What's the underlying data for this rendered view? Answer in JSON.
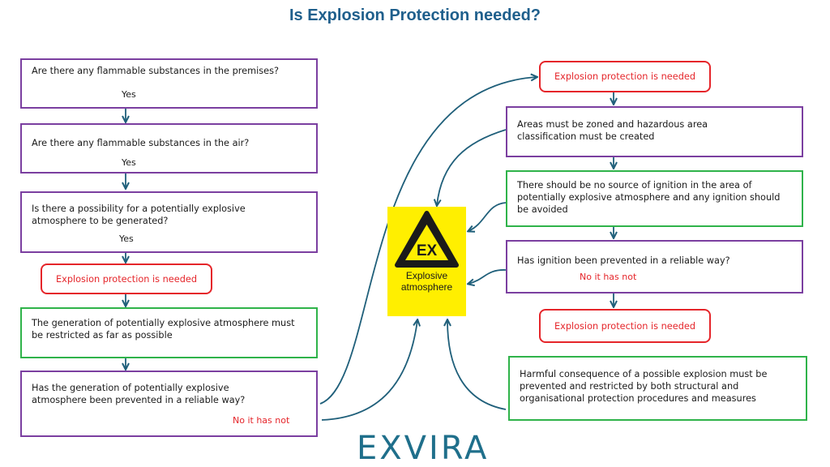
{
  "title": "Is Explosion Protection needed?",
  "left": {
    "q1": "Are there any flammable substances in the premises?",
    "q1_answer": "Yes",
    "q2": "Are there any flammable substances in the air?",
    "q2_answer": "Yes",
    "q3": "Is there a possibility for a potentially explosive atmosphere to be generated?",
    "q3_answer": "Yes",
    "needed": "Explosion protection is needed",
    "restrict": "The generation of potentially explosive atmosphere must be restricted as far as possible",
    "q4": "Has the generation of potentially explosive atmosphere been prevented in a reliable way?",
    "q4_answer": "No it has not"
  },
  "right": {
    "needed_top": "Explosion protection is needed",
    "zoning": "Areas must be zoned and hazardous area classification must be created",
    "ignition": "There should be no source of ignition in the area of potentially explosive atmosphere and any ignition should be avoided",
    "q5": "Has ignition been prevented in a reliable way?",
    "q5_answer": "No it has not",
    "needed_bottom": "Explosion protection is needed",
    "harmful": "Harmful consequence of a possible explosion must be prevented and restricted by both structural and organisational protection procedures and measures"
  },
  "sign": {
    "symbol": "EX",
    "label_line1": "Explosive",
    "label_line2": "atmosphere",
    "icon": "warning-triangle-icon",
    "background": "#ffef00"
  },
  "logo": "EXVIRA",
  "colors": {
    "title": "#1f5f8c",
    "purple_border": "#7b3fa0",
    "green_border": "#2fb34a",
    "red": "#e5252a",
    "arrow": "#1f5f7a"
  }
}
